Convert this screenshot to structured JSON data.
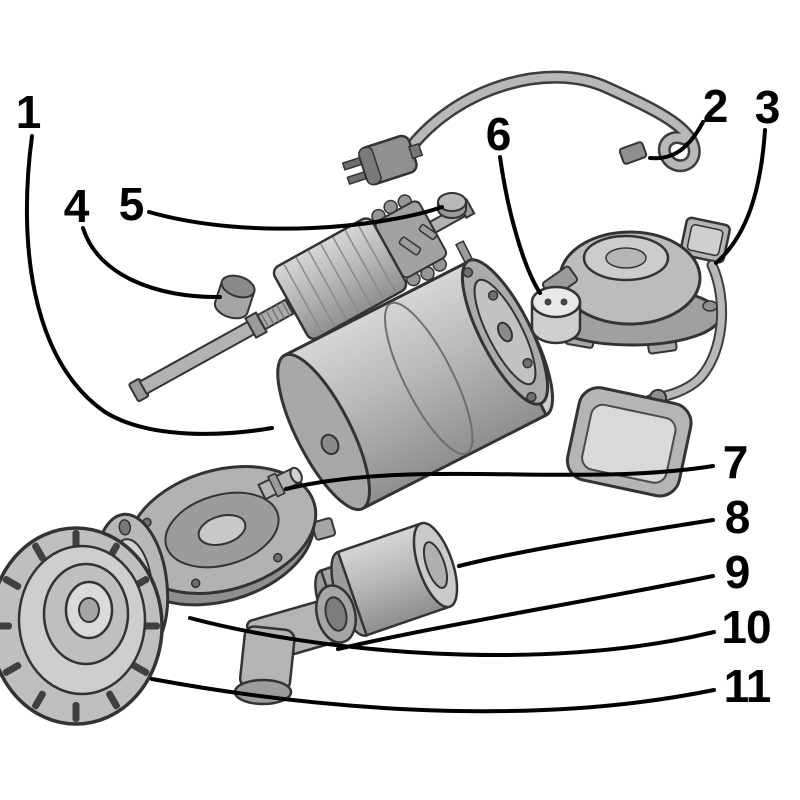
{
  "diagram": {
    "kind": "exploded-parts-diagram",
    "callouts": [
      {
        "label": "1"
      },
      {
        "label": "2"
      },
      {
        "label": "3"
      },
      {
        "label": "4"
      },
      {
        "label": "5"
      },
      {
        "label": "6"
      },
      {
        "label": "7"
      },
      {
        "label": "8"
      },
      {
        "label": "9"
      },
      {
        "label": "10"
      },
      {
        "label": "11"
      }
    ],
    "colors": {
      "background": "#ffffff",
      "line": "#000000",
      "metal_light": "#cfcfcf",
      "metal_mid": "#b2b2b2",
      "metal_dark": "#8a8a8a"
    }
  }
}
